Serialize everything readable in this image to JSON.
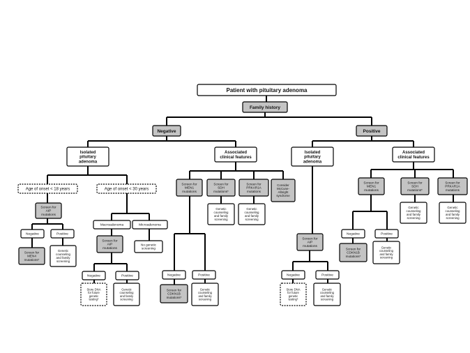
{
  "colors": {
    "grey_box": "#c4c4c4",
    "white_box": "#ffffff",
    "line": "#000000"
  },
  "nodes": {
    "root": [
      "Patient with pituitary adenoma"
    ],
    "family_history": [
      "Family history"
    ],
    "negative": [
      "Negative"
    ],
    "positive": [
      "Positive"
    ],
    "neg_isolated": [
      "Isolated",
      "pituitary",
      "adenoma"
    ],
    "neg_associated": [
      "Associated",
      "clinical features"
    ],
    "pos_isolated": [
      "Isolated",
      "pituitary",
      "adenoma"
    ],
    "pos_associated": [
      "Associated",
      "clinical features"
    ],
    "age_lt18": [
      "Age of onset < 18 years"
    ],
    "age_lt30": [
      "Age of onset < 30 years"
    ],
    "screen_aip_1": [
      "Screen for",
      "AIP",
      "mutations"
    ],
    "neg_1": [
      "Negative"
    ],
    "pos_1": [
      "Positive"
    ],
    "screen_men1_1": [
      "Screen for",
      "MEN4",
      "mutations*"
    ],
    "genetic_1": [
      "Genetic",
      "counseling",
      "and family",
      "screening"
    ],
    "macroadenoma": [
      "Macroadenoma"
    ],
    "microadenoma": [
      "Microadenoma"
    ],
    "no_genetic": [
      "No genetic",
      "screening"
    ],
    "screen_aip_2": [
      "Screen for",
      "AIP",
      "mutations"
    ],
    "neg_2": [
      "Negative"
    ],
    "pos_2": [
      "Positive"
    ],
    "store_dna_1": [
      "Store DNA",
      "for future",
      "genetic",
      "testing*"
    ],
    "genetic_2": [
      "Genetic",
      "counseling",
      "and family",
      "screening"
    ],
    "screen_men1_2": [
      "Screen for",
      "MEN1",
      "mutations"
    ],
    "screen_sdh_1": [
      "Screen for",
      "SDH",
      "mutations*"
    ],
    "screen_prkar1a_1": [
      "Screen for",
      "PRKAR1A",
      "mutations"
    ],
    "mccune": [
      "Consider",
      "McCune-",
      "Albright",
      "syndrome"
    ],
    "genetic_sdh_1": [
      "Genetic",
      "counseling",
      "and family",
      "screening"
    ],
    "genetic_prk_1": [
      "Genetic",
      "counseling",
      "and family",
      "screening"
    ],
    "neg_3": [
      "Negative"
    ],
    "pos_3": [
      "Positive"
    ],
    "screen_cdkn1b_1": [
      "Screen for",
      "CDKN1B",
      "mutations*"
    ],
    "genetic_3": [
      "Genetic",
      "counseling",
      "and family",
      "screening"
    ],
    "screen_aip_3": [
      "Screen for",
      "AIP",
      "mutations"
    ],
    "neg_4": [
      "Negative"
    ],
    "pos_4": [
      "Positive"
    ],
    "store_dna_2": [
      "Store DNA",
      "for future",
      "genetic",
      "testing*"
    ],
    "genetic_4": [
      "Genetic",
      "counseling",
      "and family",
      "screening"
    ],
    "screen_men1_3": [
      "Screen for",
      "MEN1",
      "mutations"
    ],
    "neg_5": [
      "Negative"
    ],
    "pos_5": [
      "Positive"
    ],
    "screen_cdkn1b_2": [
      "Screen for",
      "CDKN1B",
      "mutations*"
    ],
    "genetic_5": [
      "Genetic",
      "counseling",
      "and family",
      "screening"
    ],
    "screen_sdh_2": [
      "Screen for",
      "SDH",
      "mutations*"
    ],
    "genetic_sdh_2": [
      "Genetic",
      "counseling",
      "and family",
      "screening"
    ],
    "screen_prkar1a_2": [
      "Screen for",
      "PRKAR1A",
      "mutations"
    ],
    "genetic_prk_2": [
      "Genetic",
      "counseling",
      "and family",
      "screening"
    ]
  }
}
